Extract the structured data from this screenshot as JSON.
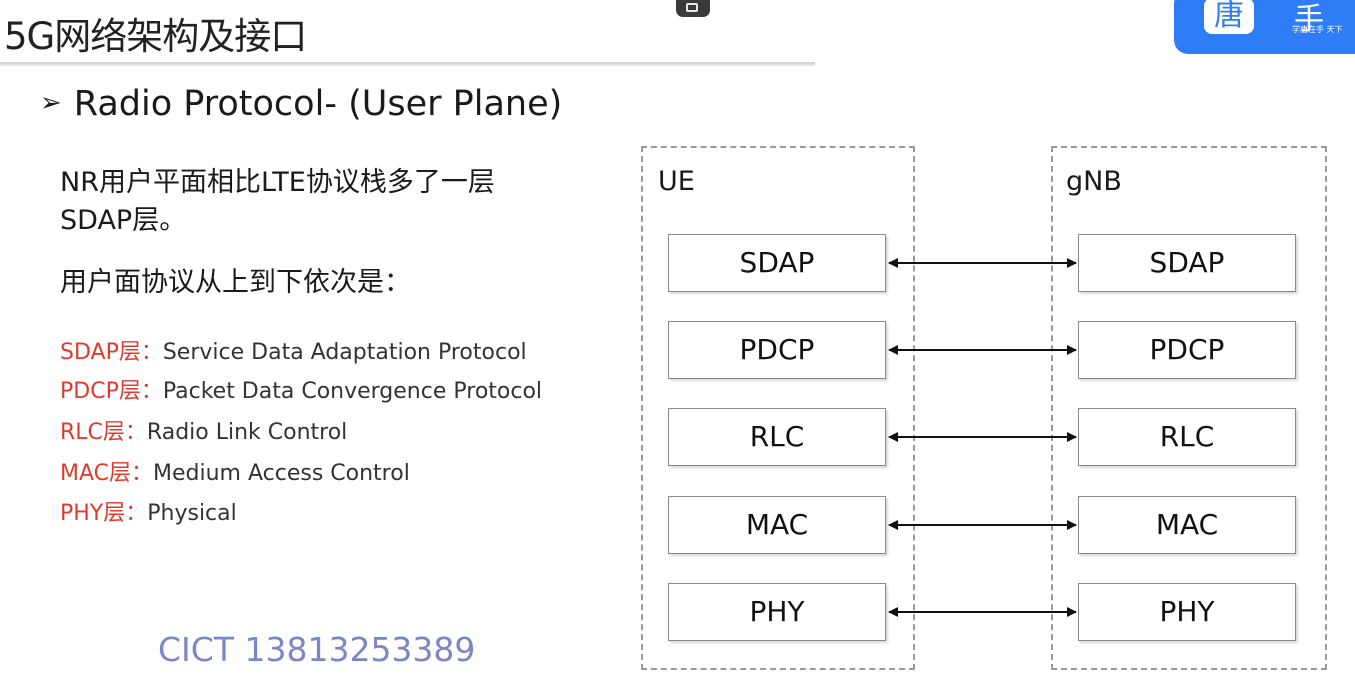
{
  "header": {
    "title": "5G网络架构及接口",
    "logo_mark": "唐",
    "logo_text": "手",
    "logo_tagline": "学唐在手 天下"
  },
  "subtitle": {
    "bullet": "➢",
    "text": "Radio Protocol- (User Plane)"
  },
  "description": {
    "line1": "NR用户平面相比LTE协议栈多了一层",
    "line2": "SDAP层。",
    "line3": "用户面协议从上到下依次是："
  },
  "layers": [
    {
      "name": "SDAP层：",
      "desc": "Service Data Adaptation Protocol"
    },
    {
      "name": "PDCP层：",
      "desc": "Packet Data Convergence Protocol"
    },
    {
      "name": "RLC层：",
      "desc": "Radio Link Control"
    },
    {
      "name": "MAC层：",
      "desc": "Medium Access Control"
    },
    {
      "name": "PHY层：",
      "desc": "Physical"
    }
  ],
  "watermark": "CICT 13813253389",
  "diagram": {
    "ue_label": "UE",
    "gnb_label": "gNB",
    "stack": [
      "SDAP",
      "PDCP",
      "RLC",
      "MAC",
      "PHY"
    ]
  },
  "colors": {
    "layer_name": "#e03a30",
    "watermark": "#7c86c4",
    "logo": "#2f7df6"
  }
}
